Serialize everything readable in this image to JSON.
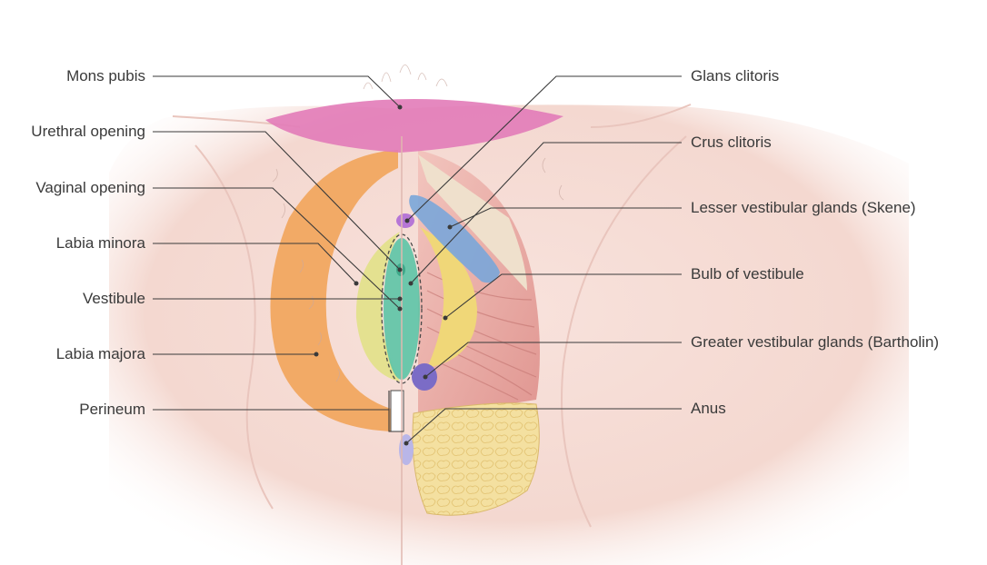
{
  "labels": {
    "left": [
      "Mons pubis",
      "Urethral opening",
      "Vaginal opening",
      "Labia minora",
      "Vestibule",
      "Labia majora",
      "Perineum"
    ],
    "right": [
      "Glans clitoris",
      "Crus clitoris",
      "Lesser vestibular glands (Skene)",
      "Bulb of vestibule",
      "Greater vestibular glands (Bartholin)",
      "Anus"
    ]
  },
  "colors": {
    "mons_pubis": "#e27bb8",
    "labia_majora": "#f2a45a",
    "labia_minora": "#e3e08c",
    "vestibule": "#5cc4a6",
    "glans_clitoris": "#b676d6",
    "crus_clitoris": "#7aa6d9",
    "bulb_of_vestibule": "#f0d778",
    "bartholin": "#7b6cc6",
    "anus": "#b9b6e8",
    "skin": "#f6dcd6",
    "muscle": "#e9a7a2",
    "fat": "#f3de9a",
    "leader_line": "#3a3a3a"
  }
}
